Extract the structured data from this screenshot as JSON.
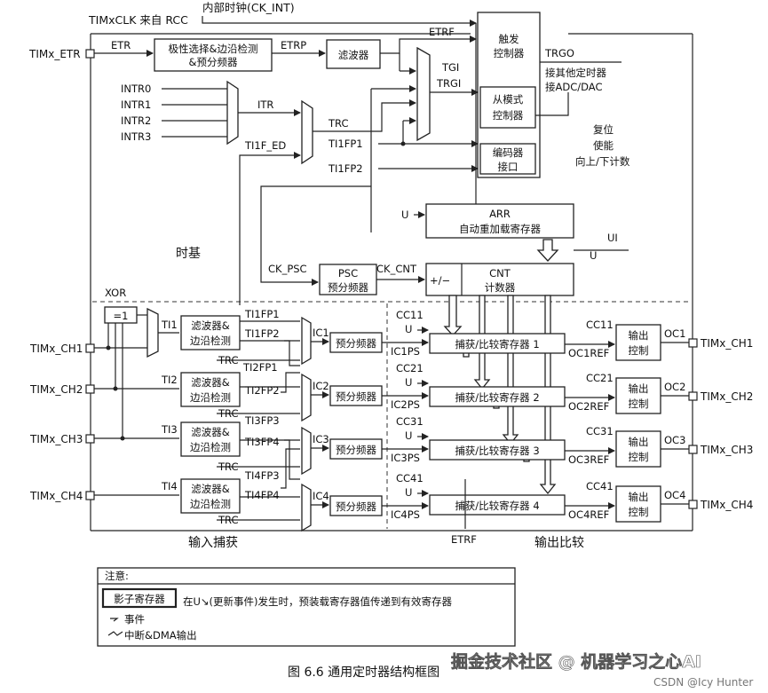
{
  "clock": {
    "source": "TIMxCLK 来自 RCC",
    "internal": "内部时钟(CK_INT)"
  },
  "pins": {
    "etr": "TIMx_ETR",
    "ch1": "TIMx_CH1",
    "ch2": "TIMx_CH2",
    "ch3": "TIMx_CH3",
    "ch4": "TIMx_CH4"
  },
  "signals": {
    "etr": "ETR",
    "etrp": "ETRP",
    "etrf": "ETRF",
    "trgo": "TRGO",
    "tgi": "TGI",
    "trgi": "TRGI",
    "itr": "ITR",
    "trc": "TRC",
    "ti1f_ed": "TI1F_ED",
    "ti1fp1": "TI1FP1",
    "ti1fp2": "TI1FP2",
    "intr0": "INTR0",
    "intr1": "INTR1",
    "intr2": "INTR2",
    "intr3": "INTR3",
    "ck_psc": "CK_PSC",
    "ck_cnt": "CK_CNT",
    "updown": "+/−",
    "u": "U",
    "ui": "UI",
    "xor": "XOR",
    "ti1": "TI1",
    "ti2": "TI2",
    "ti3": "TI3",
    "ti4": "TI4",
    "ti2fp1": "TI2FP1",
    "ti2fp2": "TI2FP2",
    "ti3fp3": "TI3FP3",
    "ti3fp4": "TI3FP4",
    "ti4fp3": "TI4FP3",
    "ti4fp4": "TI4FP4",
    "ic1": "IC1",
    "ic2": "IC2",
    "ic3": "IC3",
    "ic4": "IC4",
    "ic1ps": "IC1PS",
    "ic2ps": "IC2PS",
    "ic3ps": "IC3PS",
    "ic4ps": "IC4PS",
    "cc11": "CC11",
    "cc21": "CC21",
    "cc31": "CC31",
    "cc41": "CC41",
    "oc1ref": "OC1REF",
    "oc2ref": "OC2REF",
    "oc3ref": "OC3REF",
    "oc4ref": "OC4REF",
    "oc1": "OC1",
    "oc2": "OC2",
    "oc3": "OC3",
    "oc4": "OC4",
    "etrf_bottom": "ETRF"
  },
  "blocks": {
    "polarity": [
      "极性选择&边沿检测",
      "&预分频器"
    ],
    "filter": "滤波器",
    "trigger": [
      "触发",
      "控制器"
    ],
    "slave": [
      "从模式",
      "控制器"
    ],
    "encoder": [
      "编码器",
      "接口"
    ],
    "arr": [
      "ARR",
      "自动重加载寄存器"
    ],
    "psc": [
      "PSC",
      "预分频器"
    ],
    "cnt": [
      "CNT",
      "计数器"
    ],
    "xor_gate": "=1",
    "input_filter": [
      "滤波器&",
      "边沿检测"
    ],
    "ic_prescaler": "预分频器",
    "ccr": [
      "捕获/比较寄存器 1",
      "捕获/比较寄存器 2",
      "捕获/比较寄存器 3",
      "捕获/比较寄存器 4"
    ],
    "output_ctrl": [
      "输出",
      "控制"
    ]
  },
  "annotations": {
    "trgo_dest": [
      "接其他定时器",
      "接ADC/DAC"
    ],
    "reset": [
      "复位",
      "使能",
      "向上/下计数"
    ],
    "time_base": "时基",
    "input_capture": "输入捕获",
    "output_compare": "输出比较"
  },
  "legend": {
    "title": "注意:",
    "shadow": "影子寄存器",
    "shadow_desc": "在U↘(更新事件)发生时，预装载寄存器值传递到有效寄存器",
    "event": "事件",
    "irq": "中断&DMA输出"
  },
  "caption": "图 6.6   通用定时器结构框图",
  "watermark": {
    "main": "掘金技术社区 @ 机器学习之心AI",
    "sub": "CSDN @Icy Hunter"
  }
}
